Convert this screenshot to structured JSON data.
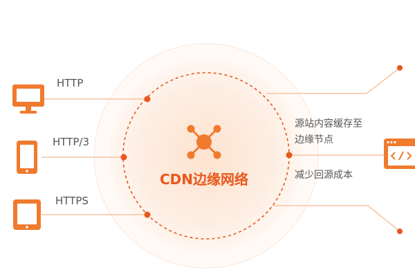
{
  "center": {
    "title": "CDN边缘网络",
    "icon": "network-node-icon"
  },
  "clients": [
    {
      "protocol": "HTTP",
      "icon": "desktop-monitor-icon"
    },
    {
      "protocol": "HTTP/3",
      "icon": "mobile-phone-icon"
    },
    {
      "protocol": "HTTPS",
      "icon": "tablet-icon"
    }
  ],
  "origin": {
    "icon": "code-browser-icon",
    "notes": [
      "源站内容缓存至",
      "边缘节点",
      "减少回源成本"
    ]
  },
  "colors": {
    "accent": "#f07a2e",
    "accent_dark": "#e8581c",
    "glow": "#fde4d2",
    "line": "#f5c4a3"
  }
}
